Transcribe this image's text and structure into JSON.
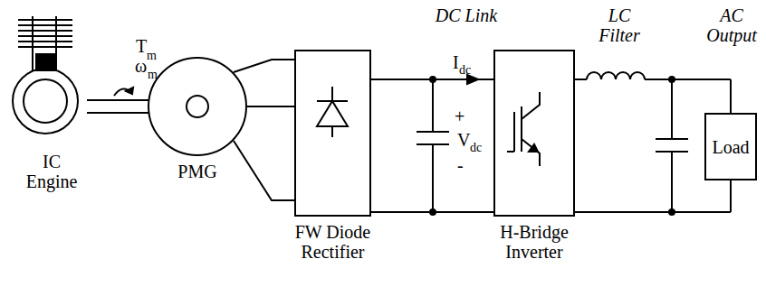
{
  "diagram": {
    "nodes": [
      {
        "text": [
          "IC Engine"
        ]
      },
      {
        "text": [
          "PMG"
        ]
      },
      {
        "text": [
          "FW Diode Rectifier"
        ]
      },
      {
        "text": [
          "H-Bridge Inverter"
        ]
      },
      {
        "text": [
          "Load"
        ]
      }
    ],
    "edges": [
      {
        "from": 0,
        "to": 1,
        "arrow": "none"
      },
      {
        "from": 1,
        "to": 2,
        "arrow": "none"
      },
      {
        "from": 2,
        "to": 3,
        "arrow": "none"
      },
      {
        "from": 3,
        "to": 4,
        "arrow": "none"
      }
    ],
    "labels": [
      "T",
      "m",
      "ω",
      "m",
      "DC Link",
      "I",
      "dc",
      "+",
      "V",
      "dc",
      "-",
      "LC Filter",
      "AC Output"
    ]
  }
}
